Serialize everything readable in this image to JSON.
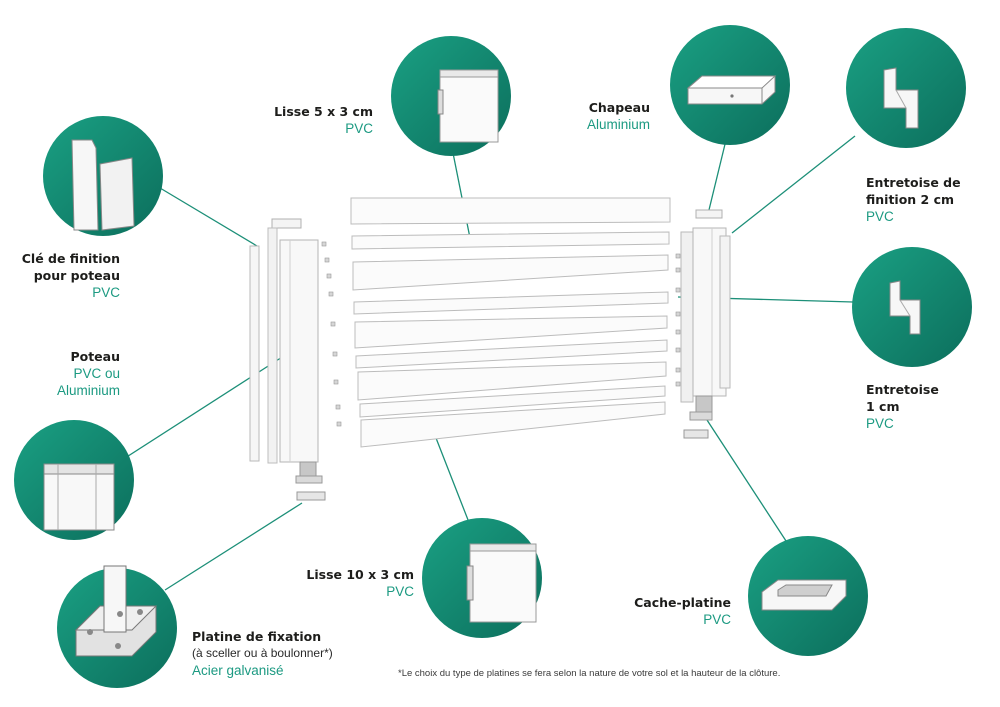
{
  "colors": {
    "circle": "#138a73",
    "circle_dark": "#0d6e5b",
    "line": "#1c8f78",
    "material": "#1c9a82"
  },
  "components": [
    {
      "id": "lisse5",
      "name": "Lisse 5 x 3 cm",
      "material": "PVC"
    },
    {
      "id": "chapeau",
      "name": "Chapeau",
      "material": "Aluminium"
    },
    {
      "id": "entretoise2",
      "name_lines": [
        "Entretoise de",
        "finition 2 cm"
      ],
      "material": "PVC"
    },
    {
      "id": "cle",
      "name_lines": [
        "Clé de finition",
        "pour poteau"
      ],
      "material": "PVC"
    },
    {
      "id": "poteau",
      "name": "Poteau",
      "material_lines": [
        "PVC ou",
        "Aluminium"
      ]
    },
    {
      "id": "entretoise1",
      "name_lines": [
        "Entretoise",
        "1 cm"
      ],
      "material": "PVC"
    },
    {
      "id": "lisse10",
      "name": "Lisse 10 x 3 cm",
      "material": "PVC"
    },
    {
      "id": "cacheplatine",
      "name": "Cache-platine",
      "material": "PVC"
    },
    {
      "id": "platine",
      "name": "Platine de fixation",
      "note": "(à sceller ou à boulonner*)",
      "material": "Acier galvanisé"
    }
  ],
  "footnote": "*Le choix du type de platines se fera selon la nature de votre sol et la hauteur de la clôture."
}
